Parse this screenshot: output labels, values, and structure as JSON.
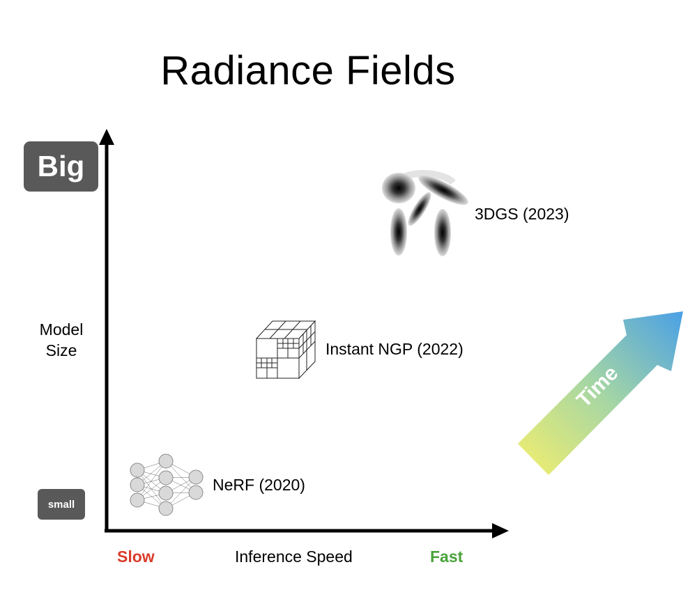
{
  "title": "Radiance Fields",
  "y_axis": {
    "label_lines": [
      "Model",
      "Size"
    ],
    "top_badge": "Big",
    "bottom_badge": "small"
  },
  "x_axis": {
    "label": "Inference Speed",
    "left_label": "Slow",
    "right_label": "Fast"
  },
  "methods": [
    {
      "name": "NeRF (2020)",
      "icon": "neural-network-icon"
    },
    {
      "name": "Instant NGP (2022)",
      "icon": "voxel-grid-cube-icon"
    },
    {
      "name": "3DGS (2023)",
      "icon": "gaussian-splats-icon"
    }
  ],
  "time_arrow": {
    "label": "Time",
    "gradient": [
      "#f4ef6c",
      "#4aa0e6"
    ]
  },
  "colors": {
    "badge": "#595959",
    "slow": "#d93c2a",
    "fast": "#4aa33b"
  }
}
